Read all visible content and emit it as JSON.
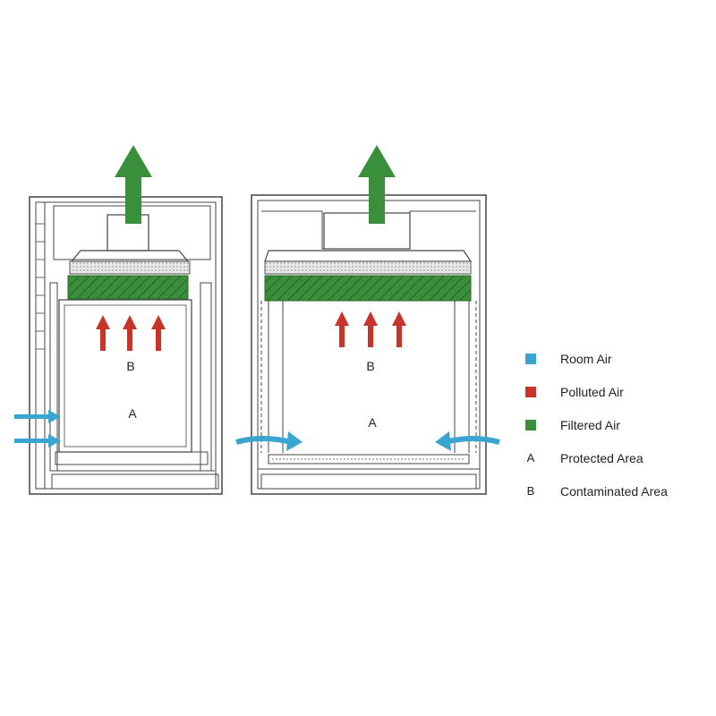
{
  "colors": {
    "room_air": "#3aa5d0",
    "polluted_air": "#c8342a",
    "filtered_air": "#3a8f3a",
    "line": "#444444"
  },
  "cabinets": [
    {
      "label_b": "B",
      "label_a": "A"
    },
    {
      "label_b": "B",
      "label_a": "A"
    }
  ],
  "legend": [
    {
      "marker_type": "swatch",
      "color_key": "room_air",
      "text": "Room Air"
    },
    {
      "marker_type": "swatch",
      "color_key": "polluted_air",
      "text": "Polluted Air"
    },
    {
      "marker_type": "swatch",
      "color_key": "filtered_air",
      "text": "Filtered Air"
    },
    {
      "marker_type": "letter",
      "letter": "A",
      "text": "Protected Area"
    },
    {
      "marker_type": "letter",
      "letter": "B",
      "text": "Contaminated Area"
    }
  ]
}
